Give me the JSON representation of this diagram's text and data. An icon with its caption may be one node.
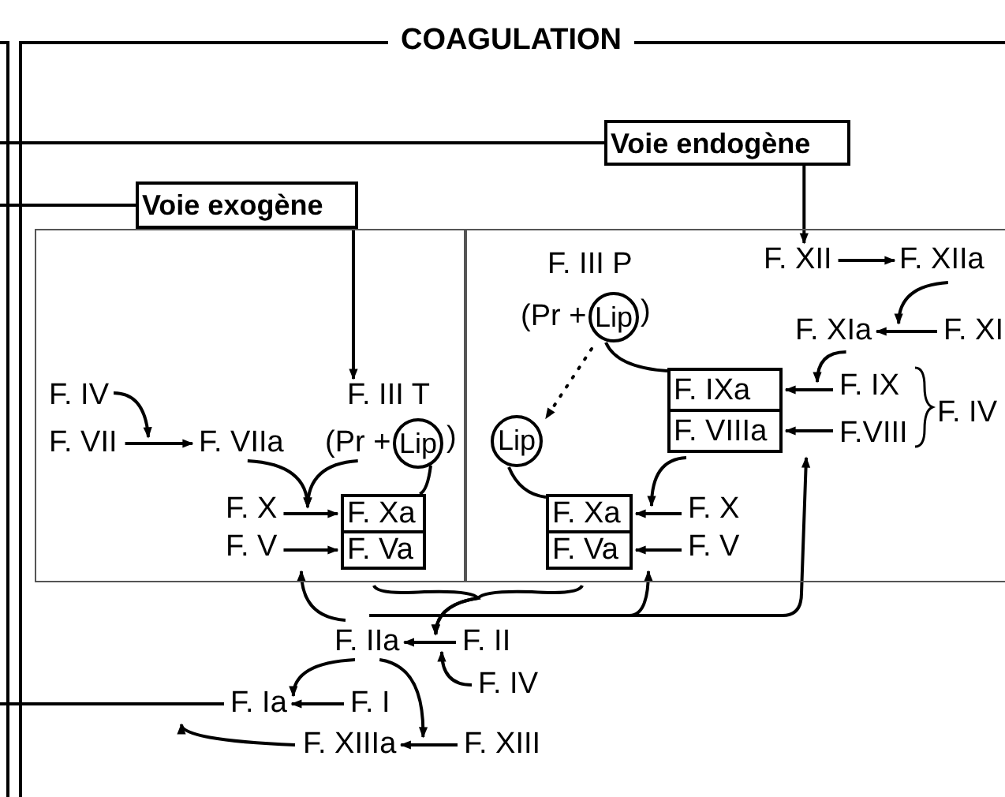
{
  "diagram": {
    "nodes": [
      {
        "text": [
          "COAGULATION"
        ]
      },
      {
        "text": [
          "Voie endogène"
        ],
        "in": 0
      },
      {
        "text": [
          "Voie exogène"
        ],
        "in": 0
      },
      {
        "text": [],
        "shape": "box",
        "in": 0
      },
      {
        "text": [],
        "shape": "box",
        "in": 0
      },
      {
        "text": [
          "F. IV"
        ],
        "in": 3
      },
      {
        "text": [
          "F. VII"
        ],
        "in": 3
      },
      {
        "text": [
          "F. VIIa"
        ],
        "in": 3
      },
      {
        "text": [
          "F. III T"
        ],
        "in": 3
      },
      {
        "text": [
          "(Pr +"
        ],
        "in": 3
      },
      {
        "text": [
          "Lip"
        ],
        "in": 3
      },
      {
        "text": [
          "F. X"
        ],
        "in": 3
      },
      {
        "text": [
          "F. V"
        ],
        "in": 3
      },
      {
        "text": [
          "F. Xa"
        ],
        "in": 3
      },
      {
        "text": [
          "F. Va"
        ],
        "in": 3
      },
      {
        "text": [
          "F. III P"
        ],
        "in": 4
      },
      {
        "text": [
          "(Pr +"
        ],
        "in": 4
      },
      {
        "text": [
          "Lip"
        ],
        "in": 4
      },
      {
        "text": [
          "Lip"
        ],
        "in": 4
      },
      {
        "text": [
          "F. Xa"
        ],
        "in": 4
      },
      {
        "text": [
          "F. Va"
        ],
        "in": 4
      },
      {
        "text": [
          "F. X"
        ],
        "in": 4
      },
      {
        "text": [
          "F. V"
        ],
        "in": 4
      },
      {
        "text": [
          "F. IXa"
        ],
        "in": 4
      },
      {
        "text": [
          "F. VIIIa"
        ],
        "in": 4
      },
      {
        "text": [
          "F. IX"
        ],
        "in": 4
      },
      {
        "text": [
          "F.VIII"
        ],
        "in": 4
      },
      {
        "text": [
          "F. XII"
        ],
        "in": 4
      },
      {
        "text": [
          "F. XIIa"
        ],
        "in": 4
      },
      {
        "text": [
          "F. XIa"
        ],
        "in": 4
      },
      {
        "text": [
          "F. XI"
        ],
        "in": 4
      },
      {
        "text": [
          "F. IIa"
        ],
        "in": 0
      },
      {
        "text": [
          "F. II"
        ],
        "in": 0
      },
      {
        "text": [
          "F. IV"
        ],
        "in": 0
      },
      {
        "text": [
          "F. Ia"
        ],
        "in": 0
      },
      {
        "text": [
          "F. I"
        ],
        "in": 0
      },
      {
        "text": [
          "F. XIIIa"
        ],
        "in": 0
      },
      {
        "text": [
          "F. XIII"
        ],
        "in": 0
      }
    ],
    "edges": [
      {
        "from": null,
        "to": 1,
        "arrow": "none"
      },
      {
        "from": null,
        "to": 2,
        "arrow": "none"
      },
      {
        "from": 1,
        "to": 27,
        "arrow": "to"
      },
      {
        "from": 2,
        "to": 8,
        "arrow": "to"
      },
      {
        "from": 5,
        "to": 7,
        "arrow": "to"
      },
      {
        "from": 6,
        "to": 7,
        "arrow": "to"
      },
      {
        "from": 7,
        "to": 13,
        "arrow": "to"
      },
      {
        "from": 9,
        "to": 13,
        "arrow": "to"
      },
      {
        "from": 11,
        "to": 13,
        "arrow": "to"
      },
      {
        "from": 12,
        "to": 14,
        "arrow": "to"
      },
      {
        "from": 10,
        "to": 13,
        "arrow": "none"
      },
      {
        "from": 17,
        "to": 18,
        "arrow": "to",
        "style": "dashed"
      },
      {
        "from": 17,
        "to": 23,
        "arrow": "none"
      },
      {
        "from": 18,
        "to": 19,
        "arrow": "none"
      },
      {
        "from": 21,
        "to": 19,
        "arrow": "to"
      },
      {
        "from": 22,
        "to": 20,
        "arrow": "to"
      },
      {
        "from": 24,
        "to": 19,
        "arrow": "to"
      },
      {
        "from": 25,
        "to": 23,
        "arrow": "to"
      },
      {
        "from": 26,
        "to": 24,
        "arrow": "to"
      },
      {
        "from": 29,
        "to": 23,
        "arrow": "to"
      },
      {
        "from": 27,
        "to": 28,
        "arrow": "to"
      },
      {
        "from": 28,
        "to": 29,
        "arrow": "to"
      },
      {
        "from": 30,
        "to": 29,
        "arrow": "to"
      },
      {
        "from": 31,
        "to": 14,
        "arrow": "to"
      },
      {
        "from": 31,
        "to": 20,
        "arrow": "to"
      },
      {
        "from": 31,
        "to": 24,
        "arrow": "to"
      },
      {
        "from": 14,
        "to": 31,
        "arrow": "to"
      },
      {
        "from": 20,
        "to": 31,
        "arrow": "to"
      },
      {
        "from": 32,
        "to": 31,
        "arrow": "to"
      },
      {
        "from": 33,
        "to": 31,
        "arrow": "to"
      },
      {
        "from": 31,
        "to": 34,
        "arrow": "to"
      },
      {
        "from": 35,
        "to": 34,
        "arrow": "to"
      },
      {
        "from": 31,
        "to": 36,
        "arrow": "to"
      },
      {
        "from": 37,
        "to": 36,
        "arrow": "to"
      },
      {
        "from": 34,
        "to": null,
        "arrow": "none"
      },
      {
        "from": 36,
        "to": 34,
        "arrow": "to"
      }
    ],
    "labels": [
      ")",
      ")",
      "F. IV"
    ]
  }
}
